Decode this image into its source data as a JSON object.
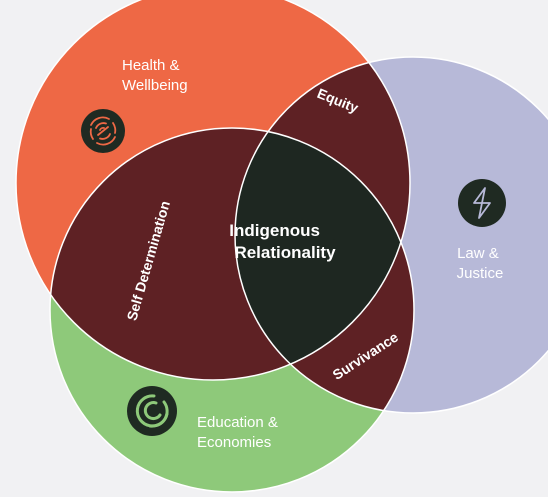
{
  "diagram": {
    "circles": {
      "health": {
        "label_lines": [
          "Health &",
          "Wellbeing"
        ],
        "color": "#ee6845",
        "icon": "concentric-rings-icon"
      },
      "law": {
        "label_lines": [
          "Law &",
          "Justice"
        ],
        "color": "#b7b9d8",
        "icon": "lightning-bolt-icon"
      },
      "education": {
        "label_lines": [
          "Education &",
          "Economies"
        ],
        "color": "#8ec97a",
        "icon": "spiral-icon"
      }
    },
    "overlaps": {
      "health_law": "Equity",
      "health_education": "Self Determination",
      "law_education": "Survivance"
    },
    "center_lines": [
      "Indigenous",
      "Relationality"
    ],
    "overlap_color": "#5e2124",
    "center_color": "#1e2721",
    "icon_badge_color": "#1f2a22",
    "background": "#f1f1f3"
  }
}
